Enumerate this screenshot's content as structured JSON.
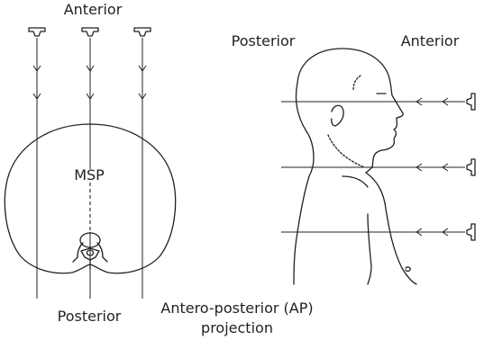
{
  "left_panel": {
    "top_label": "Anterior",
    "bottom_label": "Posterior",
    "center_label": "MSP"
  },
  "right_panel": {
    "left_label": "Posterior",
    "right_label": "Anterior"
  },
  "caption": {
    "line1": "Antero-posterior (AP)",
    "line2": "projection"
  },
  "icons": [
    "x-ray-source-icon",
    "vertebra-icon",
    "head-profile-icon"
  ]
}
